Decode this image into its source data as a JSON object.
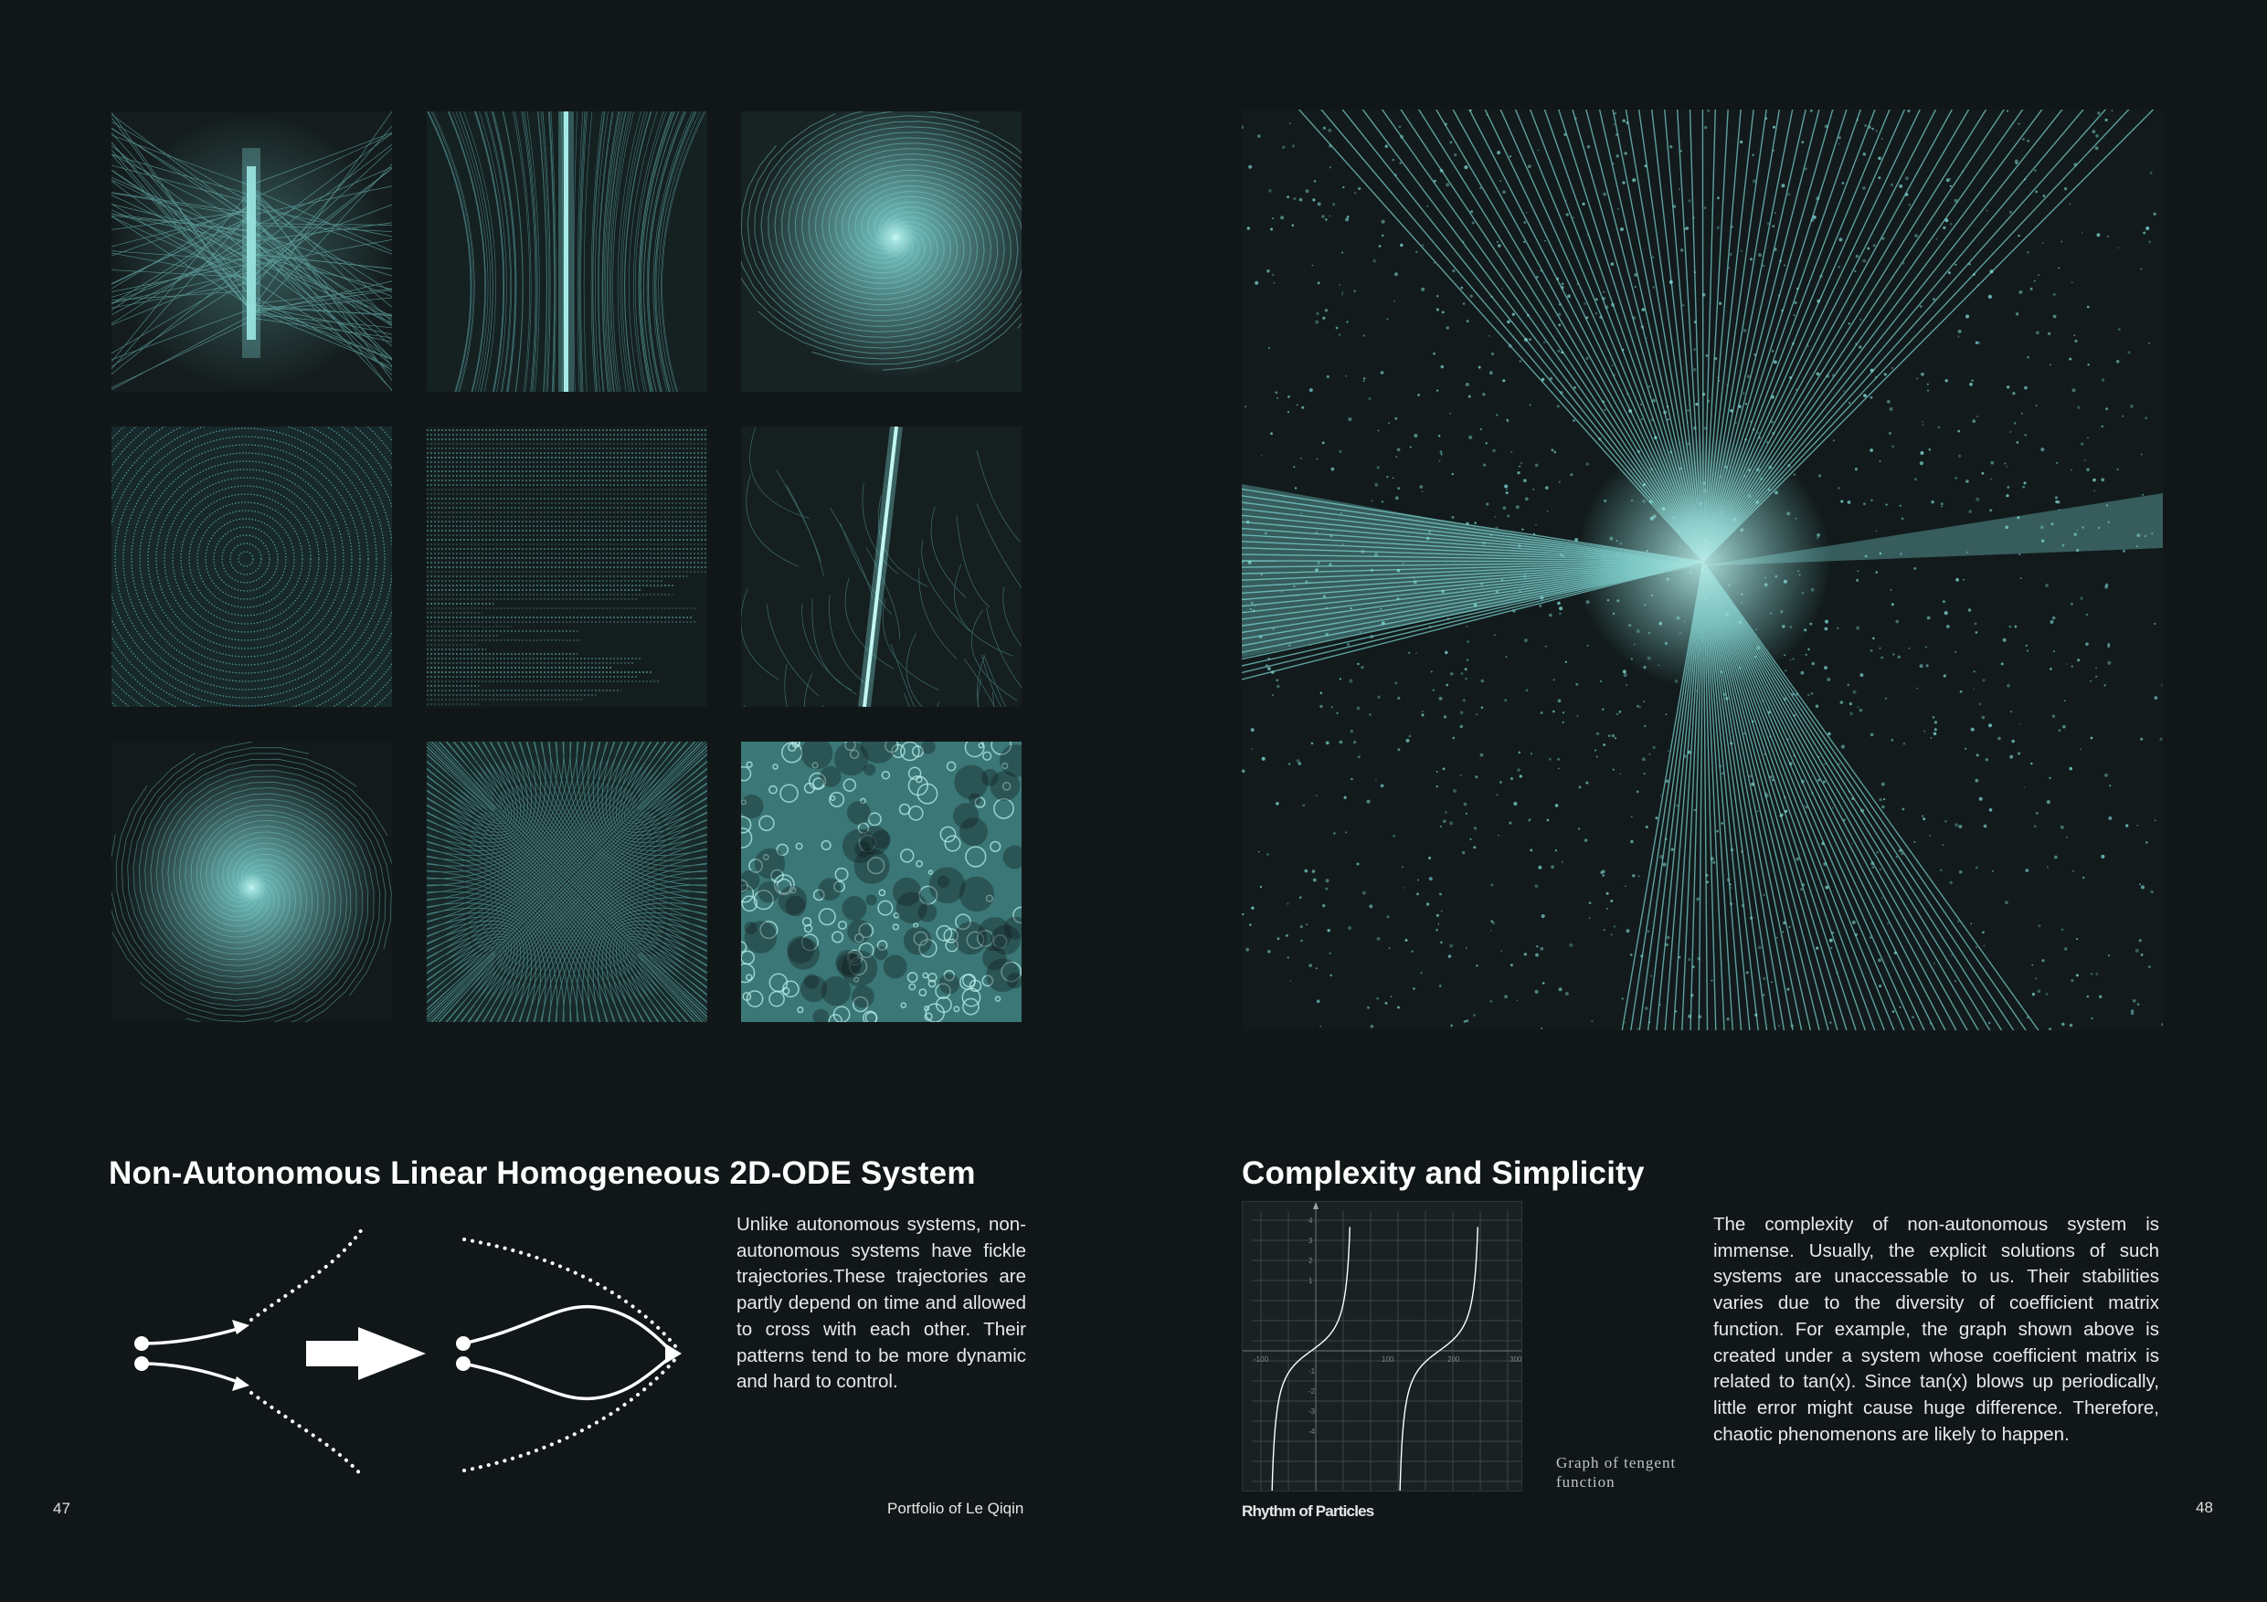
{
  "left_page": {
    "title": "Non-Autonomous Linear Homogeneous 2D-ODE System",
    "body": "Unlike autonomous systems, non-autonomous systems have fickle trajectories.These trajectories are partly depend on time and allowed to cross with each other. Their patterns tend to be more dynamic and hard to control.",
    "page_number": "47",
    "footer": "Portfolio of Le Qiqin",
    "grid_images": [
      "vertical-line-attractor-image",
      "vertical-stream-image",
      "spiral-vortex-image",
      "concentric-rings-image",
      "horizontal-stripes-image",
      "diagonal-line-image",
      "spiral-sink-image",
      "saddle-star-image",
      "bubble-field-image"
    ]
  },
  "right_page": {
    "title": "Complexity and Simplicity",
    "body": "The complexity of non-autonomous system is immense. Usually, the explicit solutions of such systems are unaccessable to us. Their stabilities varies due to the diversity of coefficient matrix function. For example, the graph shown above is created under a system whose coefficient matrix is related to tan(x). Since tan(x) blows up periodically, little error might cause huge difference. Therefore, chaotic phenomenons are likely to happen.",
    "graph_caption": "Graph of tengent function",
    "footer": "Rhythm of Particles",
    "page_number": "48",
    "hero_image": "particle-ray-burst-image"
  },
  "colors": {
    "background": "#111718",
    "particle": "#7fd9d6",
    "text": "#ffffff"
  },
  "graph": {
    "x_ticks": [
      "-100",
      "100",
      "200",
      "300"
    ],
    "y_ticks": [
      "4",
      "3",
      "2",
      "1",
      "-1",
      "-2",
      "-3",
      "-4"
    ]
  }
}
